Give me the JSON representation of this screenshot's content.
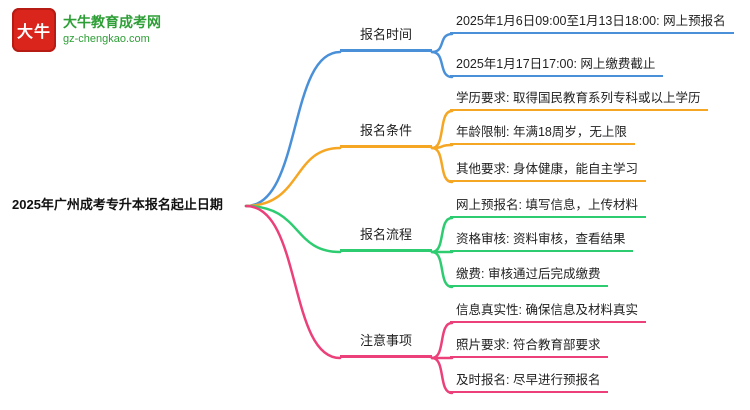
{
  "logo": {
    "box_text": "大牛",
    "site_name": "大牛教育成考网",
    "site_url": "gz-chengkao.com",
    "red": "#d9251c",
    "green": "#2e9e36"
  },
  "central": {
    "label": "2025年广州成考专升本报名起止日期"
  },
  "branches": [
    {
      "label": "报名时间",
      "color": "#4a90d9",
      "children": [
        {
          "label": "2025年1月6日09:00至1月13日18:00: 网上预报名"
        },
        {
          "label": "2025年1月17日17:00: 网上缴费截止"
        }
      ]
    },
    {
      "label": "报名条件",
      "color": "#f5a623",
      "children": [
        {
          "label": "学历要求: 取得国民教育系列专科或以上学历"
        },
        {
          "label": "年龄限制: 年满18周岁，无上限"
        },
        {
          "label": "其他要求: 身体健康，能自主学习"
        }
      ]
    },
    {
      "label": "报名流程",
      "color": "#2ecc71",
      "children": [
        {
          "label": "网上预报名: 填写信息，上传材料"
        },
        {
          "label": "资格审核: 资料审核，查看结果"
        },
        {
          "label": "缴费: 审核通过后完成缴费"
        }
      ]
    },
    {
      "label": "注意事项",
      "color": "#ec407a",
      "children": [
        {
          "label": "信息真实性: 确保信息及材料真实"
        },
        {
          "label": "照片要求: 符合教育部要求"
        },
        {
          "label": "及时报名: 尽早进行预报名"
        }
      ]
    }
  ]
}
